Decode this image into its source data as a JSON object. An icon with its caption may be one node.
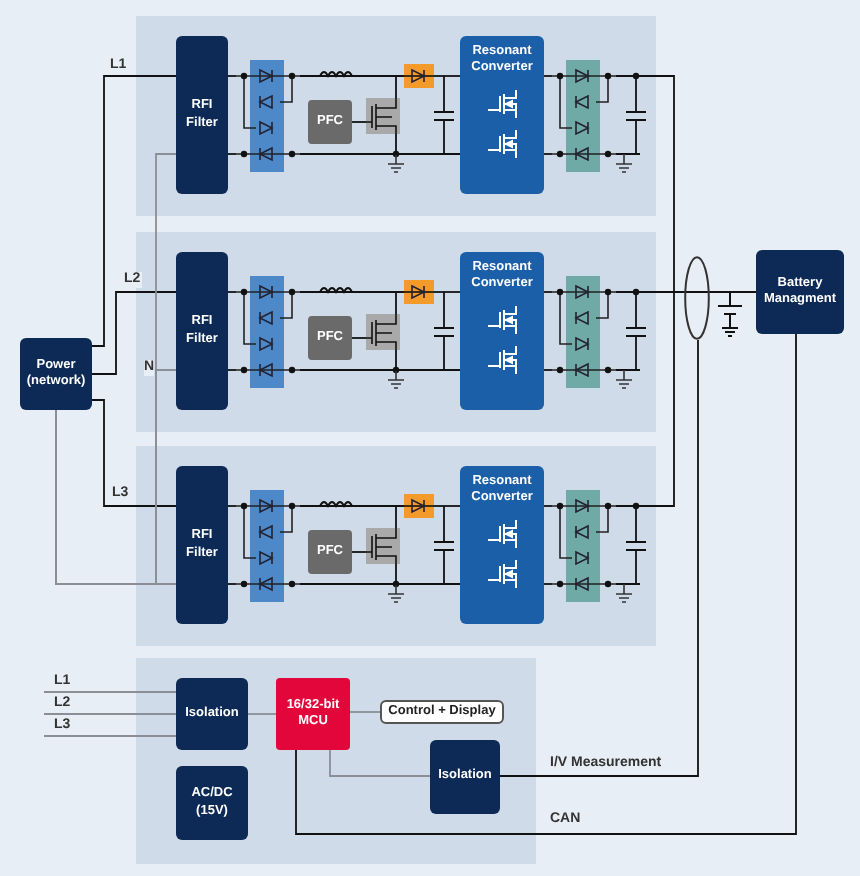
{
  "diagram": {
    "nodes": [
      {
        "text": [
          "Power (network)"
        ]
      },
      {
        "text": [],
        "shape": "box"
      },
      {
        "text": [
          "RFI Filter"
        ],
        "in": 1
      },
      {
        "text": [],
        "shape": "picture",
        "in": 1
      },
      {
        "text": [
          "PFC"
        ],
        "in": 1
      },
      {
        "text": [],
        "shape": "picture",
        "in": 1
      },
      {
        "text": [],
        "shape": "picture",
        "in": 1
      },
      {
        "text": [
          "Resonant Converter"
        ],
        "in": 1
      },
      {
        "text": [],
        "shape": "picture",
        "in": 1
      },
      {
        "text": [],
        "shape": "box"
      },
      {
        "text": [
          "RFI Filter"
        ],
        "in": 9
      },
      {
        "text": [],
        "shape": "picture",
        "in": 9
      },
      {
        "text": [
          "PFC"
        ],
        "in": 9
      },
      {
        "text": [],
        "shape": "picture",
        "in": 9
      },
      {
        "text": [],
        "shape": "picture",
        "in": 9
      },
      {
        "text": [
          "Resonant Converter"
        ],
        "in": 9
      },
      {
        "text": [],
        "shape": "picture",
        "in": 9
      },
      {
        "text": [],
        "shape": "box"
      },
      {
        "text": [
          "RFI Filter"
        ],
        "in": 17
      },
      {
        "text": [],
        "shape": "picture",
        "in": 17
      },
      {
        "text": [
          "PFC"
        ],
        "in": 17
      },
      {
        "text": [],
        "shape": "picture",
        "in": 17
      },
      {
        "text": [],
        "shape": "picture",
        "in": 17
      },
      {
        "text": [
          "Resonant Converter"
        ],
        "in": 17
      },
      {
        "text": [],
        "shape": "picture",
        "in": 17
      },
      {
        "text": [
          "Battery Managment"
        ]
      },
      {
        "text": [],
        "shape": "box"
      },
      {
        "text": [
          "Isolation"
        ],
        "in": 26
      },
      {
        "text": [
          "AC/DC (15V)"
        ],
        "in": 26
      },
      {
        "text": [
          "16/32-bit MCU"
        ],
        "in": 26
      },
      {
        "text": [
          "Control + Display"
        ],
        "in": 26
      },
      {
        "text": [
          "Isolation"
        ],
        "in": 26
      },
      {
        "text": [],
        "shape": "circle"
      }
    ],
    "edges": [
      {
        "from": 0,
        "to": 2,
        "arrow": "none",
        "label": "L1"
      },
      {
        "from": 0,
        "to": 10,
        "arrow": "none",
        "label": "L2"
      },
      {
        "from": 0,
        "to": 18,
        "arrow": "none",
        "label": "L3"
      },
      {
        "from": 0,
        "to": 2,
        "arrow": "none",
        "color": "#8a8f96"
      },
      {
        "from": 0,
        "to": 10,
        "arrow": "none",
        "color": "#8a8f96"
      },
      {
        "from": 0,
        "to": 18,
        "arrow": "none",
        "color": "#8a8f96"
      },
      {
        "from": 2,
        "to": 3,
        "arrow": "none"
      },
      {
        "from": 2,
        "to": 3,
        "arrow": "none"
      },
      {
        "from": 3,
        "to": 6,
        "arrow": "none"
      },
      {
        "from": 3,
        "to": 7,
        "arrow": "none"
      },
      {
        "from": 4,
        "to": 5,
        "arrow": "none"
      },
      {
        "from": 5,
        "to": 6,
        "arrow": "none"
      },
      {
        "from": 5,
        "to": 7,
        "arrow": "none"
      },
      {
        "from": 6,
        "to": 7,
        "arrow": "none"
      },
      {
        "from": 7,
        "to": 8,
        "arrow": "none"
      },
      {
        "from": 7,
        "to": 8,
        "arrow": "none"
      },
      {
        "from": 8,
        "to": 25,
        "arrow": "none"
      },
      {
        "from": 10,
        "to": 11,
        "arrow": "none"
      },
      {
        "from": 10,
        "to": 11,
        "arrow": "none"
      },
      {
        "from": 11,
        "to": 14,
        "arrow": "none"
      },
      {
        "from": 11,
        "to": 15,
        "arrow": "none"
      },
      {
        "from": 12,
        "to": 13,
        "arrow": "none"
      },
      {
        "from": 13,
        "to": 14,
        "arrow": "none"
      },
      {
        "from": 13,
        "to": 15,
        "arrow": "none"
      },
      {
        "from": 14,
        "to": 15,
        "arrow": "none"
      },
      {
        "from": 15,
        "to": 16,
        "arrow": "none"
      },
      {
        "from": 15,
        "to": 16,
        "arrow": "none"
      },
      {
        "from": 16,
        "to": 25,
        "arrow": "none"
      },
      {
        "from": 18,
        "to": 19,
        "arrow": "none"
      },
      {
        "from": 18,
        "to": 19,
        "arrow": "none"
      },
      {
        "from": 19,
        "to": 22,
        "arrow": "none"
      },
      {
        "from": 19,
        "to": 23,
        "arrow": "none"
      },
      {
        "from": 20,
        "to": 21,
        "arrow": "none"
      },
      {
        "from": 21,
        "to": 22,
        "arrow": "none"
      },
      {
        "from": 21,
        "to": 23,
        "arrow": "none"
      },
      {
        "from": 22,
        "to": 23,
        "arrow": "none"
      },
      {
        "from": 23,
        "to": 24,
        "arrow": "none"
      },
      {
        "from": 23,
        "to": 24,
        "arrow": "none"
      },
      {
        "from": 24,
        "to": 25,
        "arrow": "none"
      },
      {
        "from": null,
        "to": 27,
        "arrow": "none",
        "label": "L1",
        "color": "#8a8f96"
      },
      {
        "from": null,
        "to": 27,
        "arrow": "none",
        "label": "L2",
        "color": "#8a8f96"
      },
      {
        "from": null,
        "to": 27,
        "arrow": "none",
        "label": "L3",
        "color": "#8a8f96"
      },
      {
        "from": 27,
        "to": 29,
        "arrow": "none",
        "color": "#8a8f96"
      },
      {
        "from": 29,
        "to": 30,
        "arrow": "none",
        "color": "#8a8f96"
      },
      {
        "from": 29,
        "to": 31,
        "arrow": "none",
        "color": "#8a8f96"
      },
      {
        "from": 31,
        "to": 32,
        "arrow": "none",
        "label": "I/V Measurement"
      },
      {
        "from": 29,
        "to": 25,
        "arrow": "none",
        "label": "CAN"
      }
    ],
    "labels": [
      "N"
    ]
  }
}
